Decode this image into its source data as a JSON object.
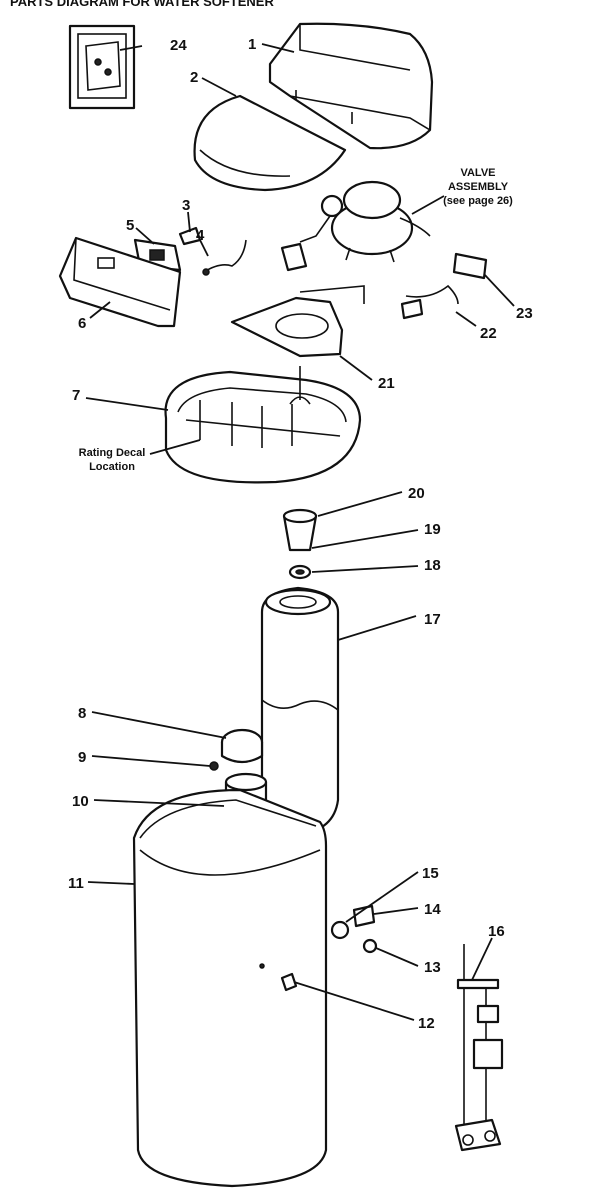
{
  "header_text": "PARTS DIAGRAM FOR WATER SOFTENER",
  "valve_note": [
    "VALVE",
    "ASSEMBLY",
    "(see page 26)"
  ],
  "rating_note": [
    "Rating Decal",
    "Location"
  ],
  "callouts": {
    "c1": "1",
    "c2": "2",
    "c3": "3",
    "c4": "4",
    "c5": "5",
    "c6": "6",
    "c7": "7",
    "c8": "8",
    "c9": "9",
    "c10": "10",
    "c11": "11",
    "c12": "12",
    "c13": "13",
    "c14": "14",
    "c15": "15",
    "c16": "16",
    "c17": "17",
    "c18": "18",
    "c19": "19",
    "c20": "20",
    "c21": "21",
    "c22": "22",
    "c23": "23",
    "c24": "24"
  }
}
